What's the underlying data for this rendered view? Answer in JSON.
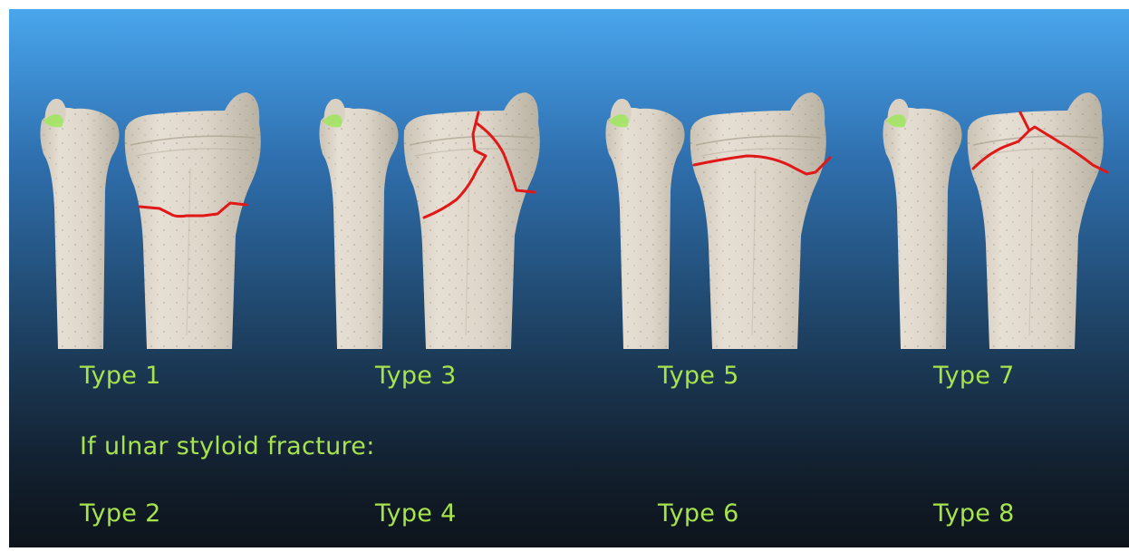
{
  "labels": {
    "row1": [
      "Type 1",
      "Type 3",
      "Type 5",
      "Type 7"
    ],
    "note": "If ulnar styloid fracture:",
    "row2": [
      "Type 2",
      "Type 4",
      "Type 6",
      "Type 8"
    ]
  },
  "colors": {
    "label_text": "#a7e34c",
    "fracture_line": "#e01818",
    "bone": "#ddd5c8",
    "styloid_marker": "#9ee65c",
    "background_top": "#4aa6ec",
    "background_bottom": "#0d141b"
  }
}
